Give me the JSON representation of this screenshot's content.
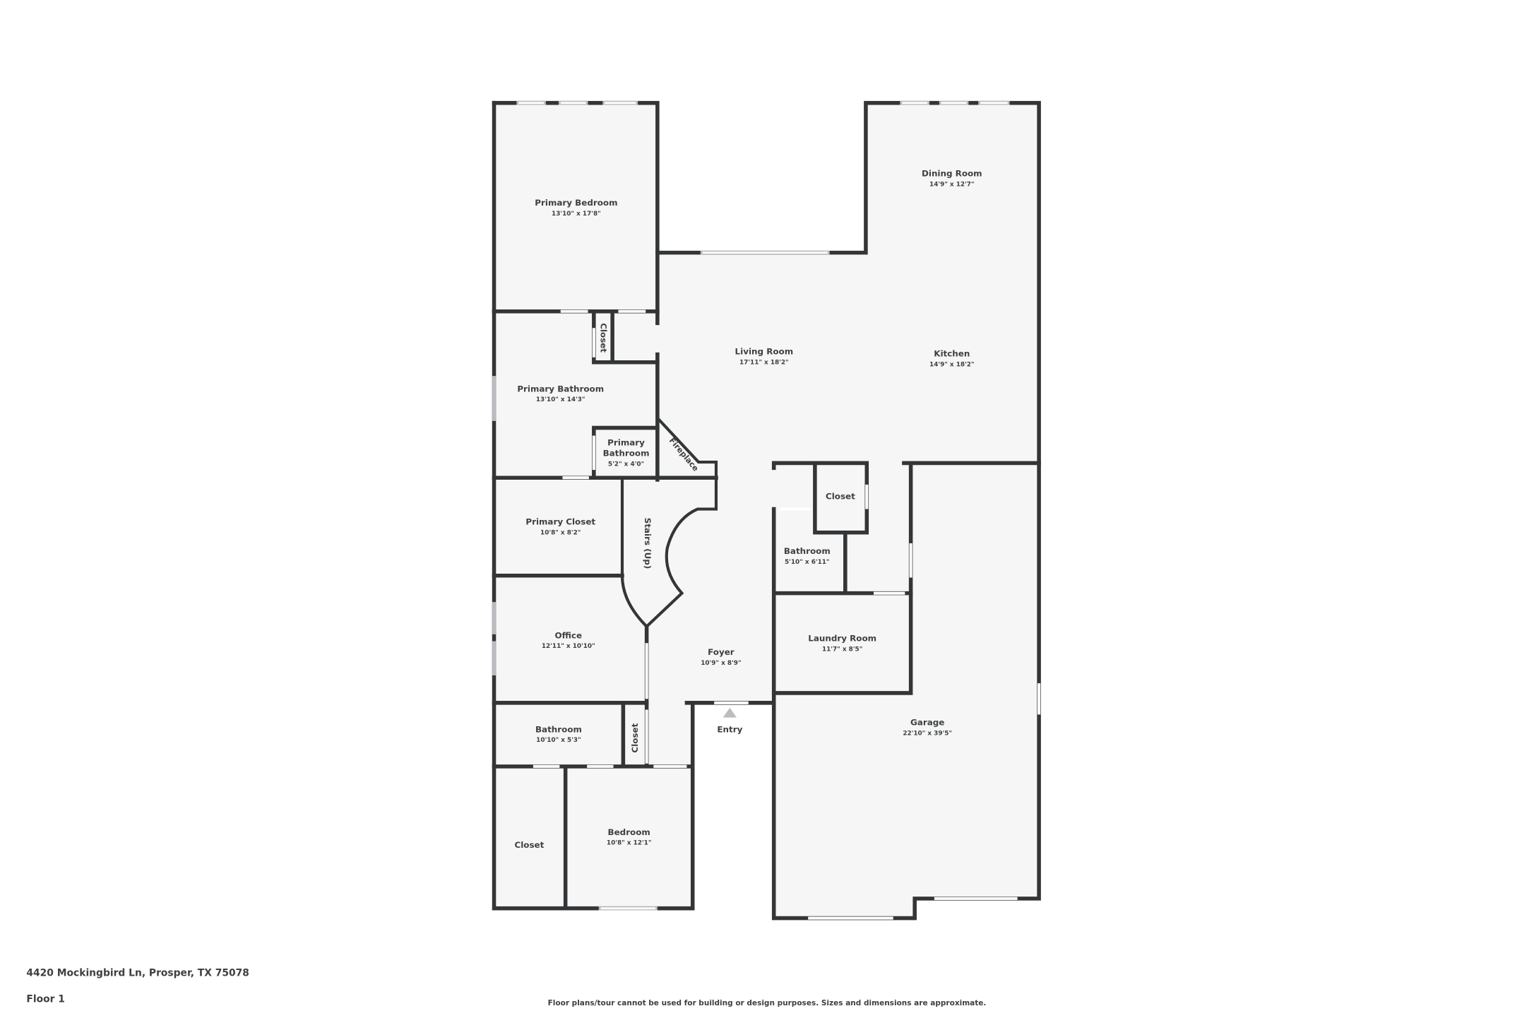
{
  "plan": {
    "rooms": [
      {
        "name": "Primary Bedroom",
        "dims": "13'10\" x 17'8\""
      },
      {
        "name": "Dining Room",
        "dims": "14'9\" x 12'7\""
      },
      {
        "name": "Living Room",
        "dims": "17'11\" x 18'2\""
      },
      {
        "name": "Kitchen",
        "dims": "14'9\" x 18'2\""
      },
      {
        "name": "Closet",
        "dims": ""
      },
      {
        "name": "Primary Bathroom",
        "dims": "13'10\" x 14'3\""
      },
      {
        "name_line1": "Primary",
        "name_line2": "Bathroom",
        "dims": "5'2\" x 4'0\""
      },
      {
        "name": "Fireplace"
      },
      {
        "name": "Stairs (Up)"
      },
      {
        "name": "Primary Closet",
        "dims": "10'8\" x 8'2\""
      },
      {
        "name": "Closet"
      },
      {
        "name": "Bathroom",
        "dims": "5'10\" x 6'11\""
      },
      {
        "name": "Office",
        "dims": "12'11\" x 10'10\""
      },
      {
        "name": "Foyer",
        "dims": "10'9\" x 8'9\""
      },
      {
        "name": "Laundry Room",
        "dims": "11'7\" x 8'5\""
      },
      {
        "name": "Garage",
        "dims": "22'10\" x 39'5\""
      },
      {
        "name": "Bathroom",
        "dims": "10'10\" x 5'3\""
      },
      {
        "name": "Closet"
      },
      {
        "name": "Closet"
      },
      {
        "name": "Bedroom",
        "dims": "10'8\" x 12'1\""
      }
    ],
    "entry_label": "Entry",
    "colors": {
      "wall": "#333537",
      "floor": "#f6f6f6",
      "text": "#3d3f41"
    }
  },
  "footer": {
    "address": "4420 Mockingbird Ln, Prosper, TX 75078",
    "floor": "Floor 1",
    "disclaimer": "Floor plans/tour cannot be used for building or design purposes. Sizes and dimensions are approximate."
  }
}
